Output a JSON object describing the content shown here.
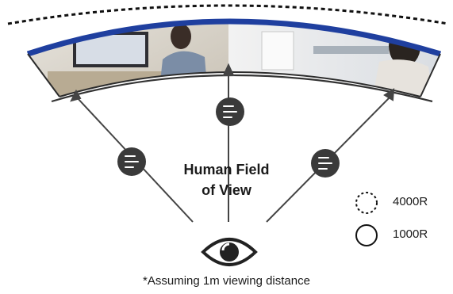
{
  "title_line1": "Human Field",
  "title_line2": "of View",
  "legend": [
    {
      "label": "4000R",
      "style": "dotted"
    },
    {
      "label": "1000R",
      "style": "solid"
    }
  ],
  "footnote": "*Assuming 1m viewing distance",
  "colors": {
    "screen_rim": "#1f3f9f",
    "arrow": "#444444",
    "badge": "#3a3a3a",
    "dotted_arc": "#111111"
  },
  "icons": [
    "eye-icon",
    "text-lines-icon"
  ]
}
